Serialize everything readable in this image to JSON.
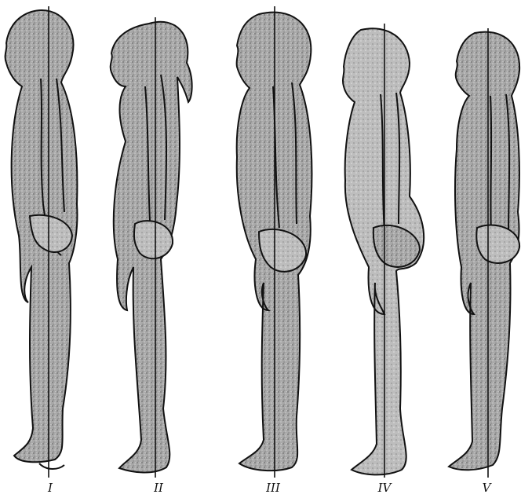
{
  "figures": [
    {
      "id": "f1",
      "label": "I",
      "ink": "#111111"
    },
    {
      "id": "f2",
      "label": "II",
      "ink": "#111111"
    },
    {
      "id": "f3",
      "label": "III",
      "ink": "#111111"
    },
    {
      "id": "f4",
      "label": "IV",
      "ink": "#111111"
    },
    {
      "id": "f5",
      "label": "V",
      "ink": "#111111"
    }
  ],
  "fill_pattern": "stipple-gray"
}
